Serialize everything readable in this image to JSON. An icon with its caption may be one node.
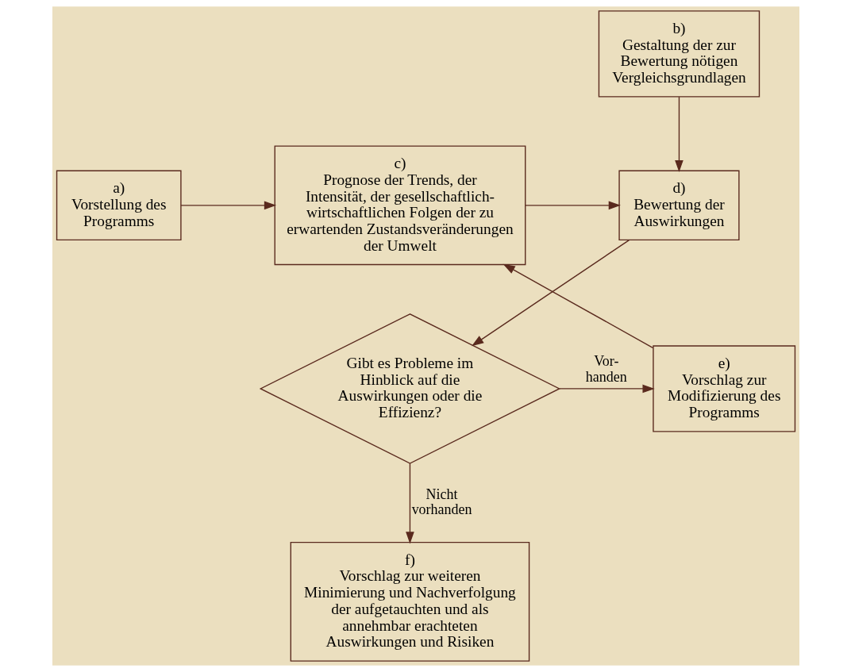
{
  "diagram": {
    "nodes": [
      {
        "text": [
          "a)",
          "Vorstellung des Programms"
        ]
      },
      {
        "text": [
          "b)",
          "Gestaltung der zur Bewertung nötigen Vergleichsgrundlagen"
        ]
      },
      {
        "text": [
          "c)",
          "Prognose der Trends, der Intensität, der gesellschaftlich-wirtschaftlichen Folgen der zu erwartenden Zustandsveränderungen der Umwelt"
        ]
      },
      {
        "text": [
          "d)",
          "Bewertung der Auswirkungen"
        ]
      },
      {
        "text": [
          "Gibt es Probleme im Hinblick auf die Auswirkungen oder die Effizienz?"
        ]
      },
      {
        "text": [
          "e)",
          "Vorschlag zur Modifizierung des Programms"
        ]
      },
      {
        "text": [
          "f)",
          "Vorschlag zur weiteren Minimierung und Nachverfolgung der aufgetauchten und als annehmbar erachteten Auswirkungen und Risiken"
        ]
      }
    ],
    "edges": [
      {
        "from": 0,
        "to": 2,
        "arrow": "to"
      },
      {
        "from": 2,
        "to": 3,
        "arrow": "to"
      },
      {
        "from": 1,
        "to": 3,
        "arrow": "to"
      },
      {
        "from": 3,
        "to": 4,
        "arrow": "to"
      },
      {
        "from": 4,
        "to": 5,
        "arrow": "to",
        "label": "Vor- handen"
      },
      {
        "from": 5,
        "to": 2,
        "arrow": "to"
      },
      {
        "from": 4,
        "to": 6,
        "arrow": "to",
        "label": "Nicht vorhanden"
      }
    ]
  }
}
